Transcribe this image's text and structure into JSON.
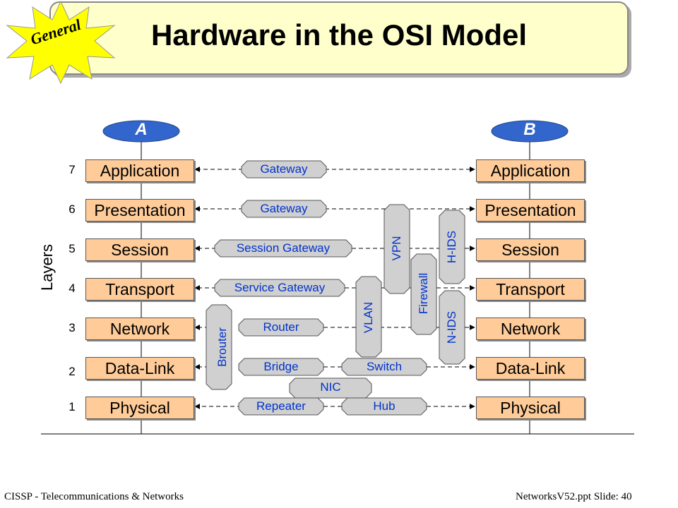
{
  "title": "Hardware in the OSI Model",
  "badge": "General",
  "nodes": {
    "a": "A",
    "b": "B"
  },
  "axis_label": "Layers",
  "layers": [
    {
      "num": "7",
      "left": "Application",
      "right": "Application"
    },
    {
      "num": "6",
      "left": "Presentation",
      "right": "Presentation"
    },
    {
      "num": "5",
      "left": "Session",
      "right": "Session"
    },
    {
      "num": "4",
      "left": "Transport",
      "right": "Transport"
    },
    {
      "num": "3",
      "left": "Network",
      "right": "Network"
    },
    {
      "num": "2",
      "left": "Data-Link",
      "right": "Data-Link"
    },
    {
      "num": "1",
      "left": "Physical",
      "right": "Physical"
    }
  ],
  "devices": {
    "gateway7": "Gateway",
    "gateway6": "Gateway",
    "session_gateway": "Session Gateway",
    "service_gateway": "Service Gateway",
    "router": "Router",
    "bridge": "Bridge",
    "switch": "Switch",
    "nic": "NIC",
    "repeater": "Repeater",
    "hub": "Hub",
    "brouter": "Brouter",
    "vlan": "VLAN",
    "vpn": "VPN",
    "firewall": "Firewall",
    "hids": "H-IDS",
    "nids": "N-IDS"
  },
  "footer": {
    "left": "CISSP - Telecommunications  & Networks",
    "right": "NetworksV52.ppt   Slide:  40"
  },
  "colors": {
    "layer_fill": "#ffcc99",
    "device_fill": "#d0d0d0",
    "device_text": "#0033cc",
    "node_fill": "#3366cc",
    "title_fill": "#ffffcc",
    "badge_fill": "#ffff00"
  }
}
